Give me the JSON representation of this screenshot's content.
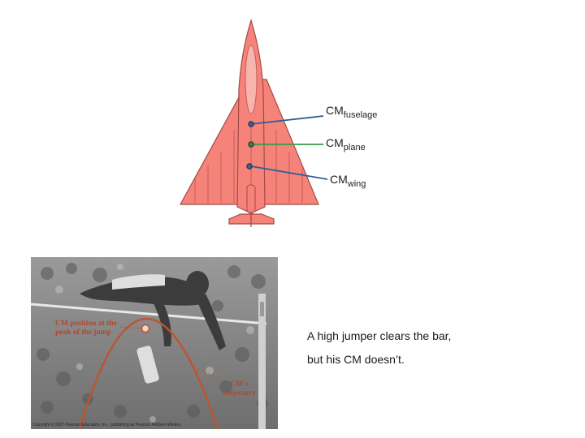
{
  "diagram": {
    "labels": {
      "fuselage": {
        "main": "CM",
        "sub": "fuselage"
      },
      "plane": {
        "main": "CM",
        "sub": "plane"
      },
      "wing": {
        "main": "CM",
        "sub": "wing"
      }
    },
    "colors": {
      "plane_fill": "#f5837a",
      "plane_outline": "#a34a44",
      "fuselage_line": "#2f5f98",
      "plane_line": "#3a9a4a",
      "wing_line": "#2f5f98",
      "trajectory": "#c0532d"
    }
  },
  "photo": {
    "annotation_peak": "CM position at the peak of the jump",
    "annotation_peak_line1": "CM position at the",
    "annotation_peak_line2": "peak of the jump",
    "annotation_trajectory_line1": "CM's",
    "annotation_trajectory_line2": "trajectory",
    "copyright": "Copyright © 2007 Pearson Education, Inc., publishing as Pearson Addison-Wesley."
  },
  "caption": {
    "line1": "A high jumper clears the bar,",
    "line2": "but his CM doesn’t."
  }
}
